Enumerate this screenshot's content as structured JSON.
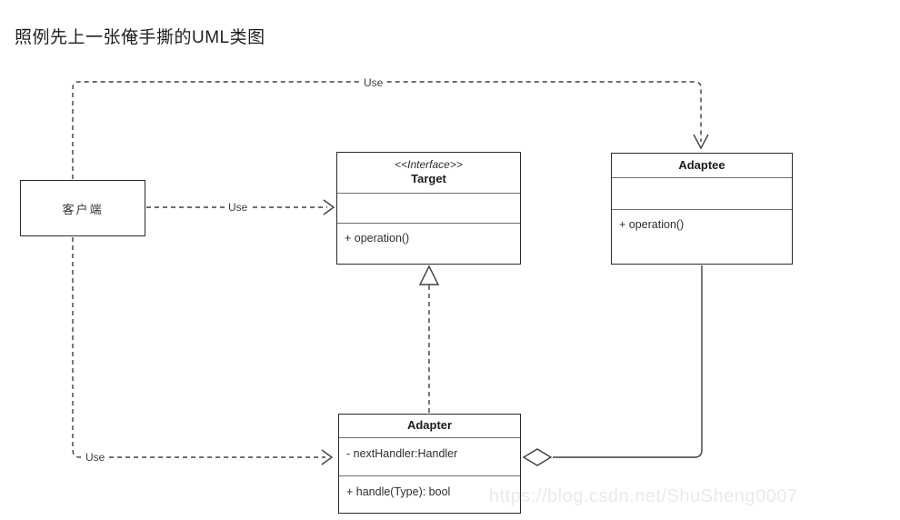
{
  "page": {
    "title": "照例先上一张俺手撕的UML类图",
    "watermark": "https://blog.csdn.net/ShuSheng0007"
  },
  "diagram": {
    "classes": {
      "client": {
        "name": "客户端"
      },
      "target": {
        "stereotype": "<<Interface>>",
        "name": "Target",
        "attributes": [],
        "methods": [
          "+ operation()"
        ]
      },
      "adaptee": {
        "name": "Adaptee",
        "attributes": [],
        "methods": [
          "+ operation()"
        ]
      },
      "adapter": {
        "name": "Adapter",
        "attributes": [
          "- nextHandler:Handler"
        ],
        "methods": [
          "+ handle(Type): bool"
        ]
      }
    },
    "edges": {
      "client_target": {
        "type": "dependency",
        "label": "Use"
      },
      "client_adaptee": {
        "type": "dependency",
        "label": "Use"
      },
      "client_adapter": {
        "type": "dependency",
        "label": "Use"
      },
      "adapter_target": {
        "type": "realization"
      },
      "adapter_adaptee": {
        "type": "aggregation"
      }
    },
    "colors": {
      "line": "#3f3f3f",
      "border": "#2a2a2a",
      "watermark": "#eaeaea"
    }
  }
}
